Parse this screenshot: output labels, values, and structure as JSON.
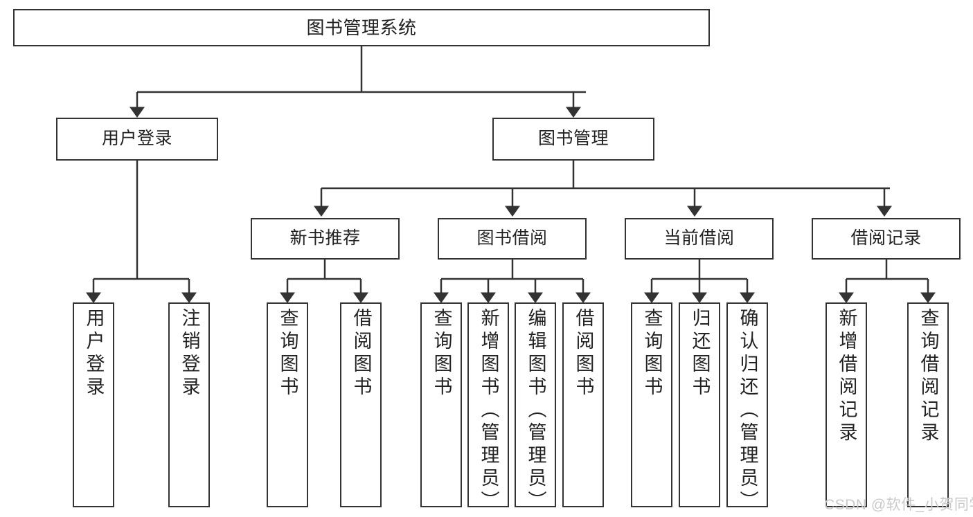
{
  "diagram": {
    "title": "图书管理系统",
    "root": {
      "label": "图书管理系统"
    },
    "level2": [
      {
        "label": "用户登录"
      },
      {
        "label": "图书管理"
      }
    ],
    "level3": [
      {
        "label": "新书推荐"
      },
      {
        "label": "图书借阅"
      },
      {
        "label": "当前借阅"
      },
      {
        "label": "借阅记录"
      }
    ],
    "leaves": {
      "user_login": [
        {
          "label": "用户登录"
        },
        {
          "label": "注销登录"
        }
      ],
      "new_book_recommend": [
        {
          "label": "查询图书"
        },
        {
          "label": "借阅图书"
        }
      ],
      "book_borrow": [
        {
          "label": "查询图书"
        },
        {
          "label": "新增图书（管理员）"
        },
        {
          "label": "编辑图书（管理员）"
        },
        {
          "label": "借阅图书"
        }
      ],
      "current_borrow": [
        {
          "label": "查询图书"
        },
        {
          "label": "归还图书"
        },
        {
          "label": "确认归还（管理员）"
        }
      ],
      "borrow_record": [
        {
          "label": "新增借阅记录"
        },
        {
          "label": "查询借阅记录"
        }
      ]
    }
  },
  "watermark": {
    "text": "CSDN @软件_小贺同学"
  },
  "colors": {
    "stroke": "#333333",
    "fill": "#ffffff",
    "text": "#222222",
    "watermark": "#c9c9c9"
  }
}
